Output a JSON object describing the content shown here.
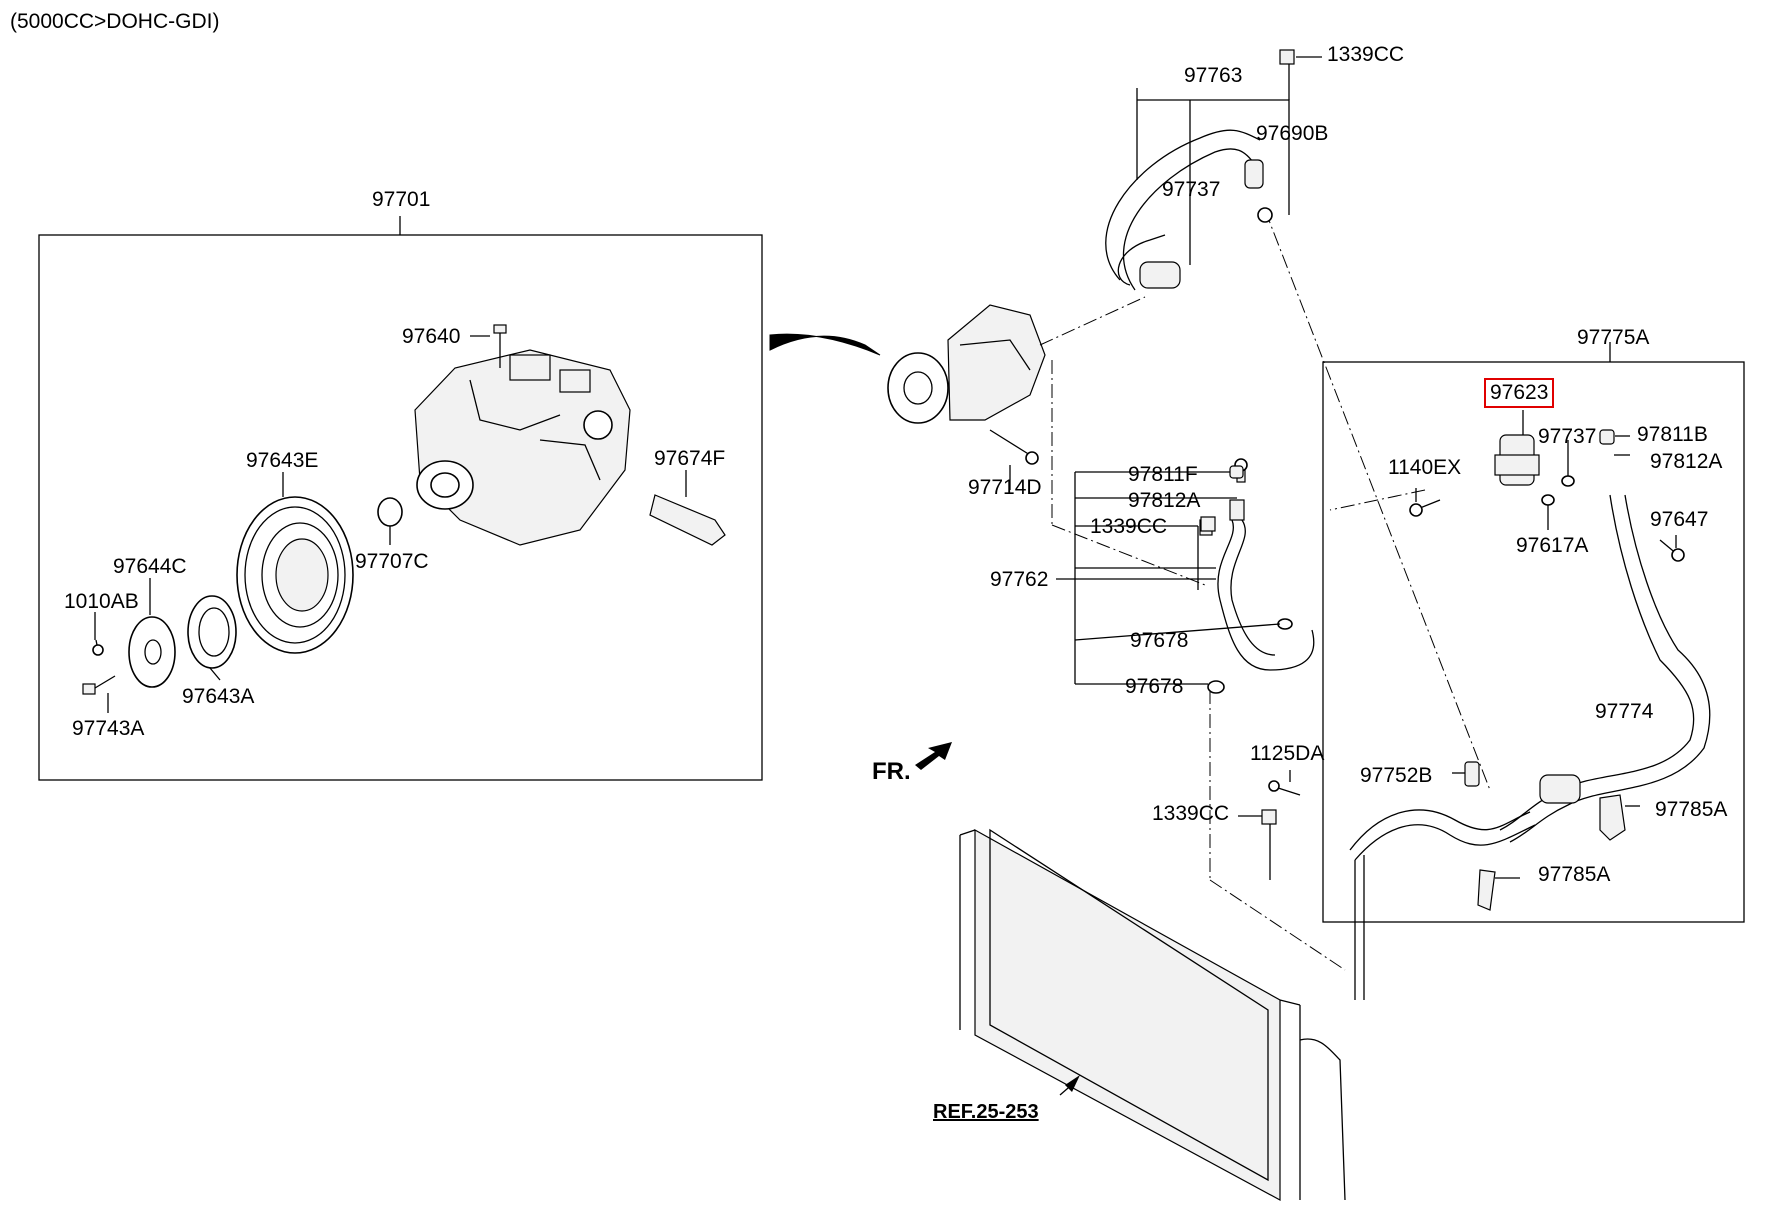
{
  "header": {
    "engine_spec": "(5000CC>DOHC-GDI)"
  },
  "direction_indicator": {
    "label": "FR."
  },
  "reference": {
    "label": "REF.25-253"
  },
  "highlight": {
    "part_number": "97623",
    "color": "#e00000"
  },
  "callouts": {
    "c97701": "97701",
    "c97640": "97640",
    "c97643E": "97643E",
    "c97674F": "97674F",
    "c97644C": "97644C",
    "c1010AB": "1010AB",
    "c97707C": "97707C",
    "c97643A": "97643A",
    "c97743A": "97743A",
    "c97714D": "97714D",
    "c97763": "97763",
    "c1339CC_top": "1339CC",
    "c97690B": "97690B",
    "c97737_top": "97737",
    "c97775A": "97775A",
    "c97623": "97623",
    "c97737_right": "97737",
    "c97811B": "97811B",
    "c97812A_right": "97812A",
    "c1140EX": "1140EX",
    "c97617A": "97617A",
    "c97647": "97647",
    "c97811F": "97811F",
    "c97812A_mid": "97812A",
    "c1339CC_mid": "1339CC",
    "c97762": "97762",
    "c97678_a": "97678",
    "c97678_b": "97678",
    "c97774": "97774",
    "c1125DA": "1125DA",
    "c97752B": "97752B",
    "c1339CC_low": "1339CC",
    "c97785A_a": "97785A",
    "c97785A_b": "97785A"
  }
}
